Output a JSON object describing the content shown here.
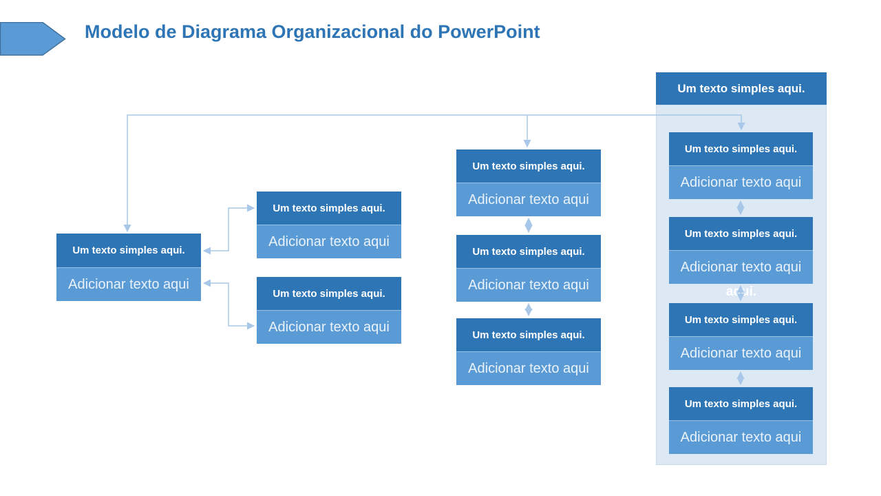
{
  "title": "Modelo de Diagrama Organizacional do PowerPoint",
  "colors": {
    "title_text": "#2E75B6",
    "card_header_fill": "#2E75B6",
    "card_body_fill": "#5B9BD5",
    "right_panel_fill": "#DCE9F5",
    "connector": "#A9C7E8",
    "title_arrow_fill": "#5B9BD5",
    "title_arrow_border": "#41719C"
  },
  "org_chart": {
    "root_box": {
      "label": "Um texto simples aqui."
    },
    "left_card": {
      "header": "Um texto simples aqui.",
      "body": "Adicionar texto aqui"
    },
    "branch_cards": [
      {
        "header": "Um texto simples aqui.",
        "body": "Adicionar texto aqui"
      },
      {
        "header": "Um texto simples aqui.",
        "body": "Adicionar texto aqui"
      }
    ],
    "middle_cards": [
      {
        "header": "Um texto simples aqui.",
        "body": "Adicionar texto aqui"
      },
      {
        "header": "Um texto simples aqui.",
        "body": "Adicionar texto aqui"
      },
      {
        "header": "Um texto simples aqui.",
        "body": "Adicionar texto aqui"
      }
    ],
    "right_cards": [
      {
        "header": "Um texto simples aqui.",
        "body": "Adicionar texto aqui"
      },
      {
        "header": "Um texto simples aqui.",
        "body": "Adicionar texto aqui"
      },
      {
        "header": "Um texto simples aqui.",
        "body": "Adicionar texto aqui"
      },
      {
        "header": "Um texto simples aqui.",
        "body": "Adicionar texto aqui"
      }
    ],
    "overflow_fragment": "aqui."
  }
}
